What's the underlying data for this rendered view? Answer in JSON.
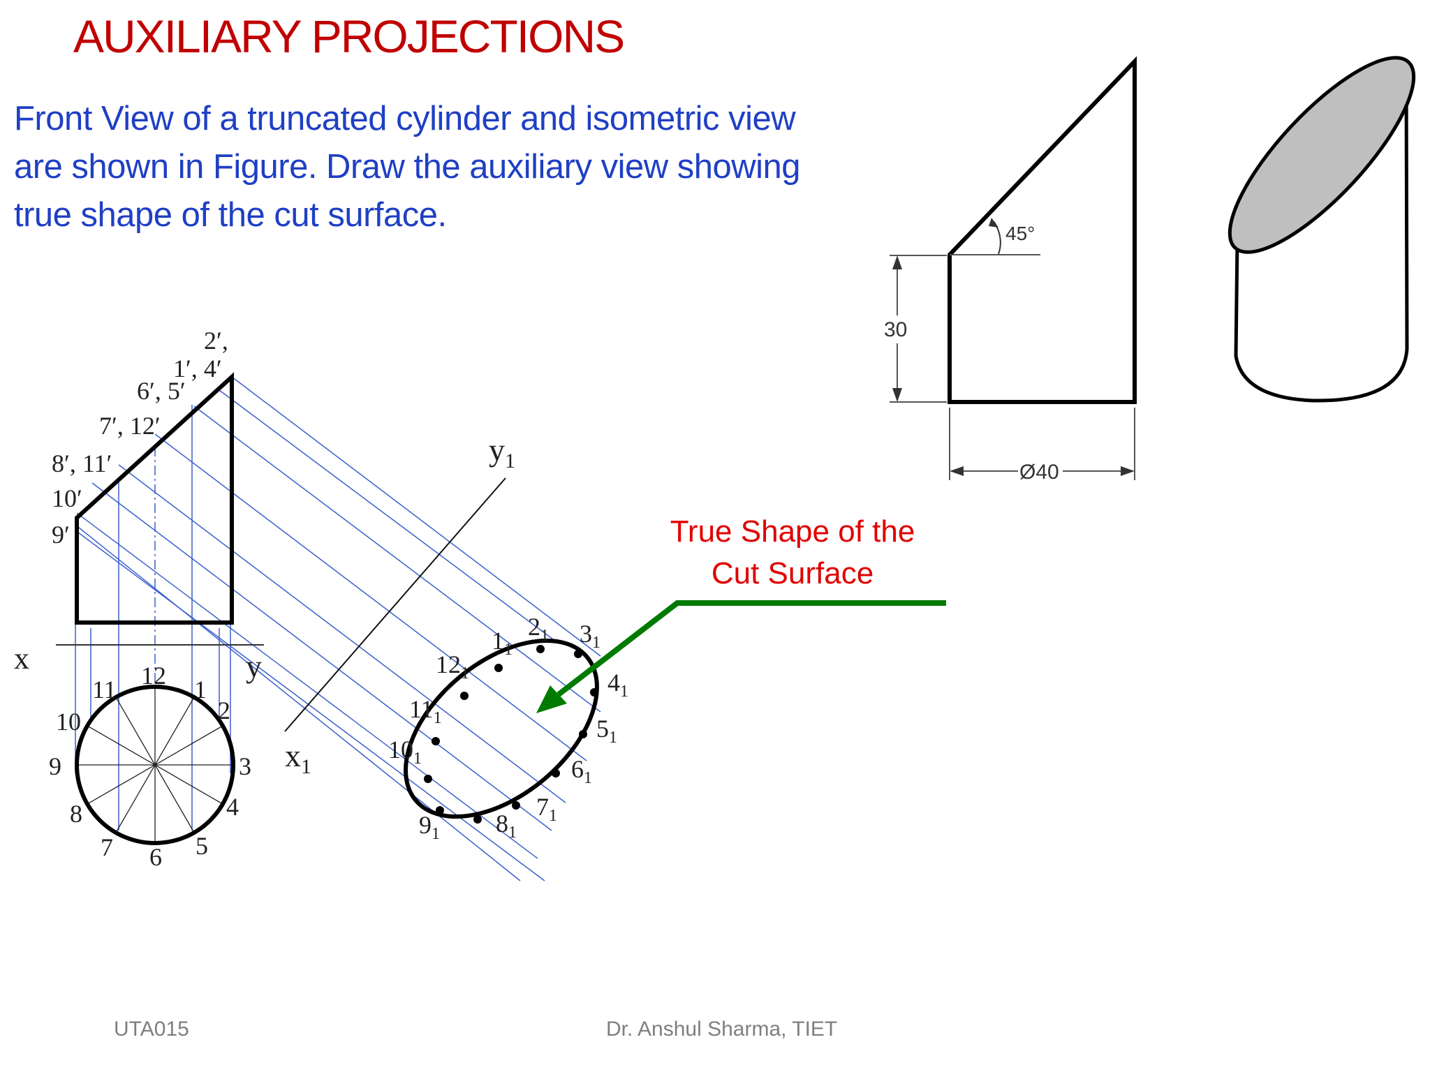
{
  "slide": {
    "title": "AUXILIARY PROJECTIONS",
    "question_lines": [
      "Front View of a truncated cylinder and isometric view",
      "are shown in Figure. Draw the auxiliary view showing",
      "true shape of the cut surface."
    ],
    "footer_left": "UTA015",
    "footer_center": "Dr. Anshul Sharma, TIET"
  },
  "front_view_labels": {
    "p2_4": "2′,",
    "p1_4": "1′, 4′",
    "p6_5": "6′, 5′",
    "p7_12": "7′, 12′",
    "p8_11": "8′, 11′",
    "p10": "10′",
    "p9": "9′"
  },
  "reference_line": {
    "x": "x",
    "y": "y"
  },
  "auxiliary_line": {
    "x1": "x",
    "y1": "y",
    "subscript": "1"
  },
  "top_view_numbers": [
    "1",
    "2",
    "3",
    "4",
    "5",
    "6",
    "7",
    "8",
    "9",
    "10",
    "11",
    "12"
  ],
  "auxiliary_view_points": [
    "1",
    "2",
    "3",
    "4",
    "5",
    "6",
    "7",
    "8",
    "9",
    "10",
    "11",
    "12"
  ],
  "given_figure": {
    "angle": "45°",
    "height": "30",
    "diameter": "Ø40"
  },
  "callout": {
    "line1": "True Shape of the",
    "line2": "Cut Surface",
    "arrow_color": "#007a00"
  },
  "colors": {
    "title": "#c00000",
    "question": "#1f3fc4",
    "projector": "#3a5fcd",
    "callout_text": "#e00000"
  }
}
